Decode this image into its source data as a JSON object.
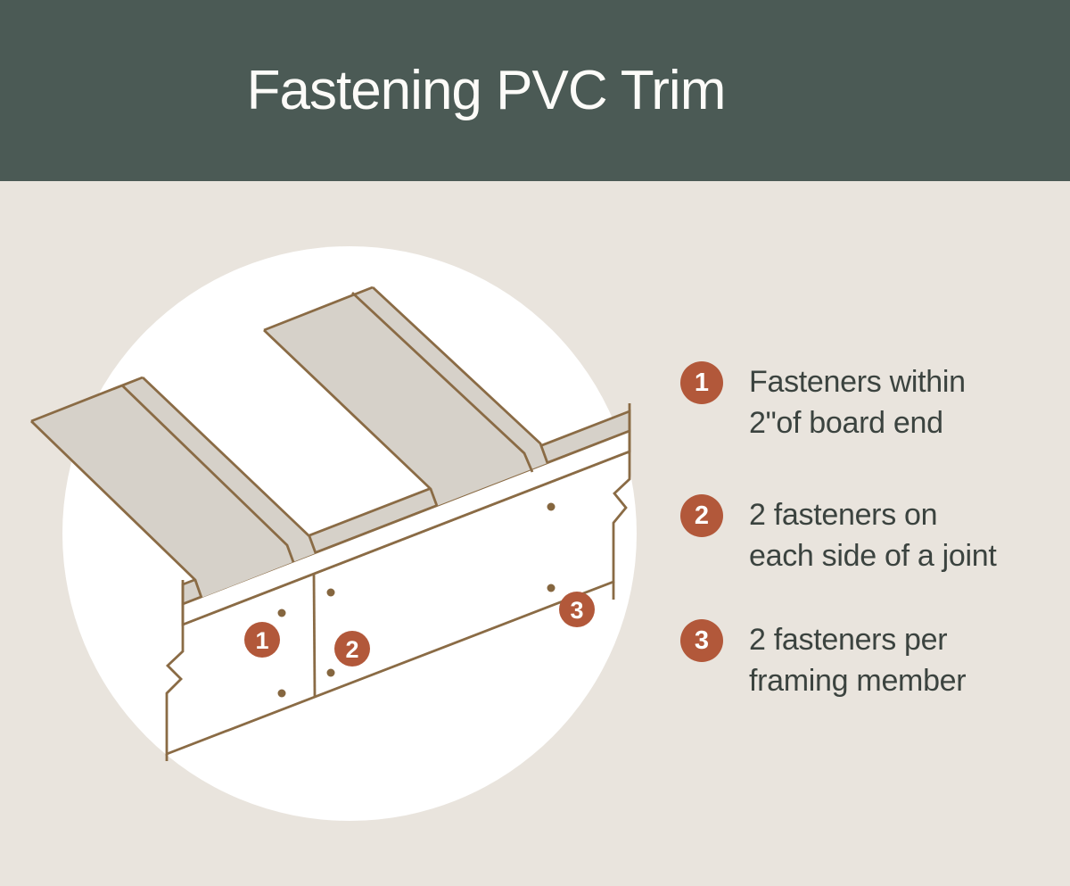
{
  "header": {
    "title": "Fastening PVC Trim"
  },
  "diagram": {
    "markers": [
      "1",
      "2",
      "3"
    ],
    "fastener_count": 6
  },
  "legend": {
    "items": [
      {
        "number": "1",
        "line1": "Fasteners within",
        "line2": "2\"of board end"
      },
      {
        "number": "2",
        "line1": "2 fasteners on",
        "line2": "each side of a joint"
      },
      {
        "number": "3",
        "line1": "2 fasteners per",
        "line2": "framing member"
      }
    ]
  },
  "colors": {
    "header_bg": "#4b5a55",
    "page_bg": "#e9e4dd",
    "circle_bg": "#ffffff",
    "board_fill": "#d6d1c9",
    "line_brown": "#8a6b45",
    "dot_brown": "#85663f",
    "accent_orange": "#b2583a",
    "text_dark": "#3b433f",
    "title_color": "#fcfbf8"
  }
}
